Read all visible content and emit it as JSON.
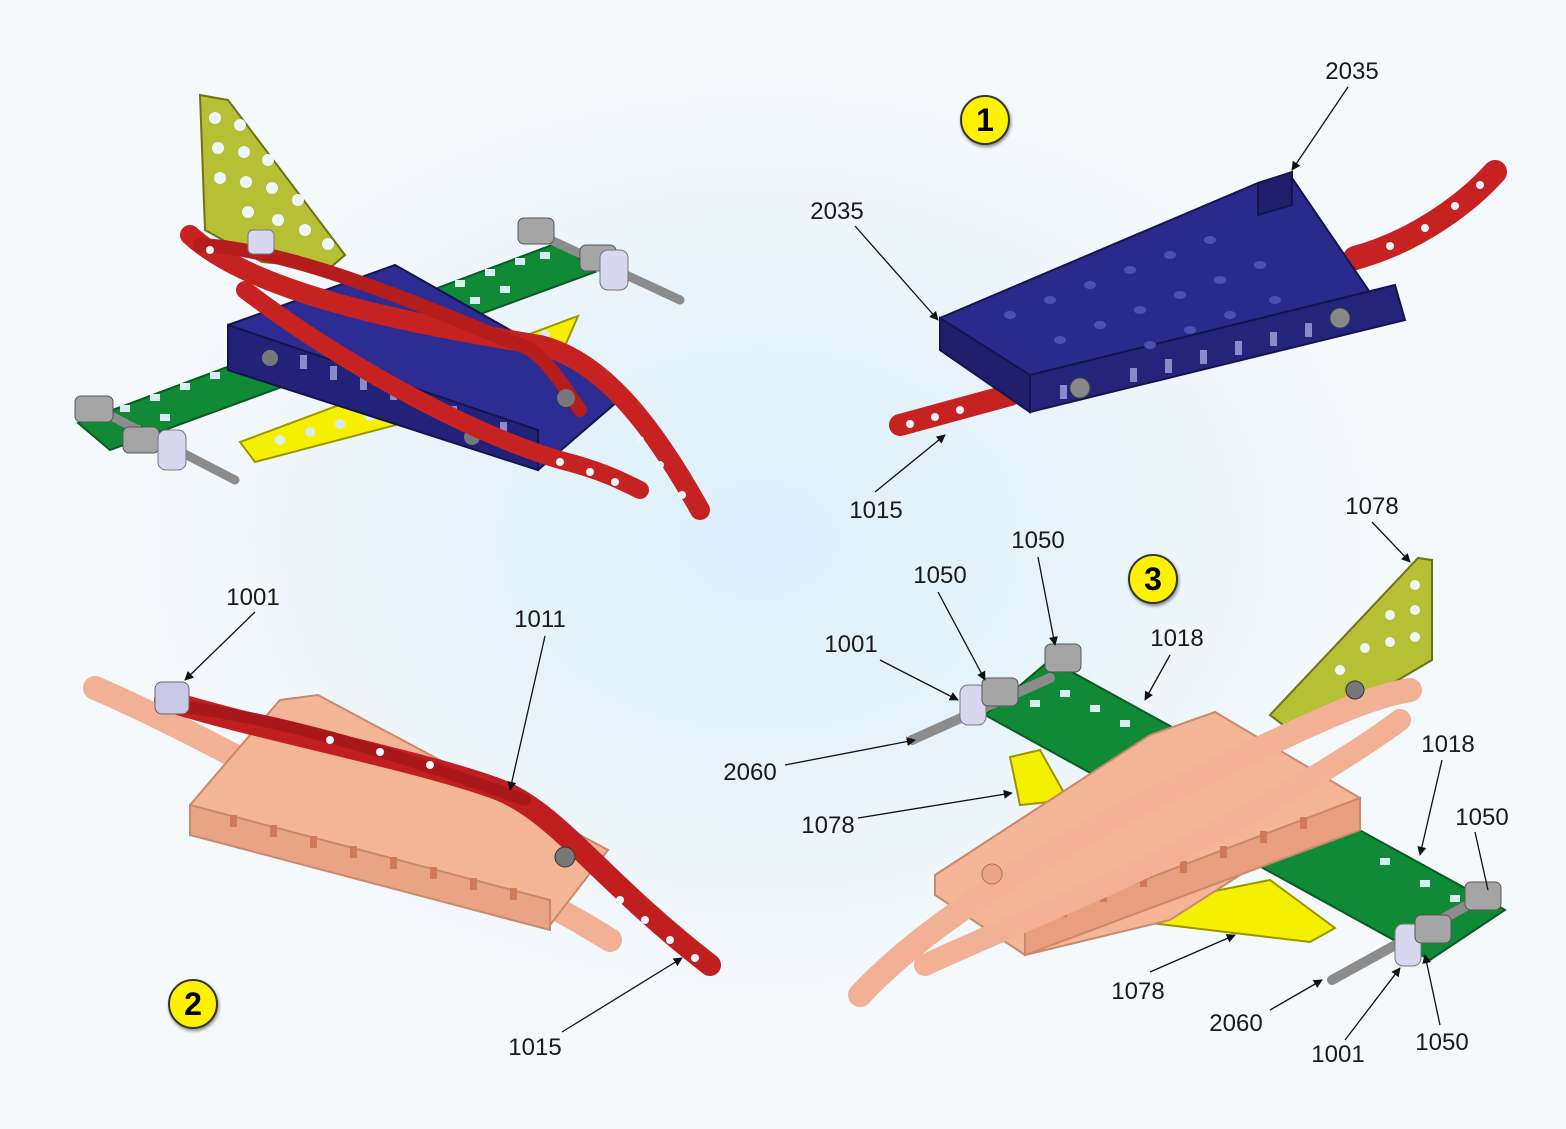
{
  "steps": [
    "1",
    "2",
    "3"
  ],
  "colors": {
    "blue_plate": "#2a2a8c",
    "red_strip": "#c62020",
    "green_plate": "#108a36",
    "yellow_plate": "#f2f000",
    "olive_plate": "#aeb82e",
    "ghost_parts": "#f2b095",
    "step_badge": "#fff200"
  },
  "callouts": {
    "s1_2035_top": "2035",
    "s1_2035_left": "2035",
    "s1_1015": "1015",
    "s2_1001": "1001",
    "s2_1011": "1011",
    "s2_1015": "1015",
    "s3_1078_top": "1078",
    "s3_1050_a": "1050",
    "s3_1050_b": "1050",
    "s3_1001_left": "1001",
    "s3_1018_top": "1018",
    "s3_2060_left": "2060",
    "s3_1078_mid": "1078",
    "s3_1018_right": "1018",
    "s3_1050_right": "1050",
    "s3_1078_bottom": "1078",
    "s3_2060_bottom": "2060",
    "s3_1001_bottom": "1001",
    "s3_1050_bottom": "1050"
  }
}
